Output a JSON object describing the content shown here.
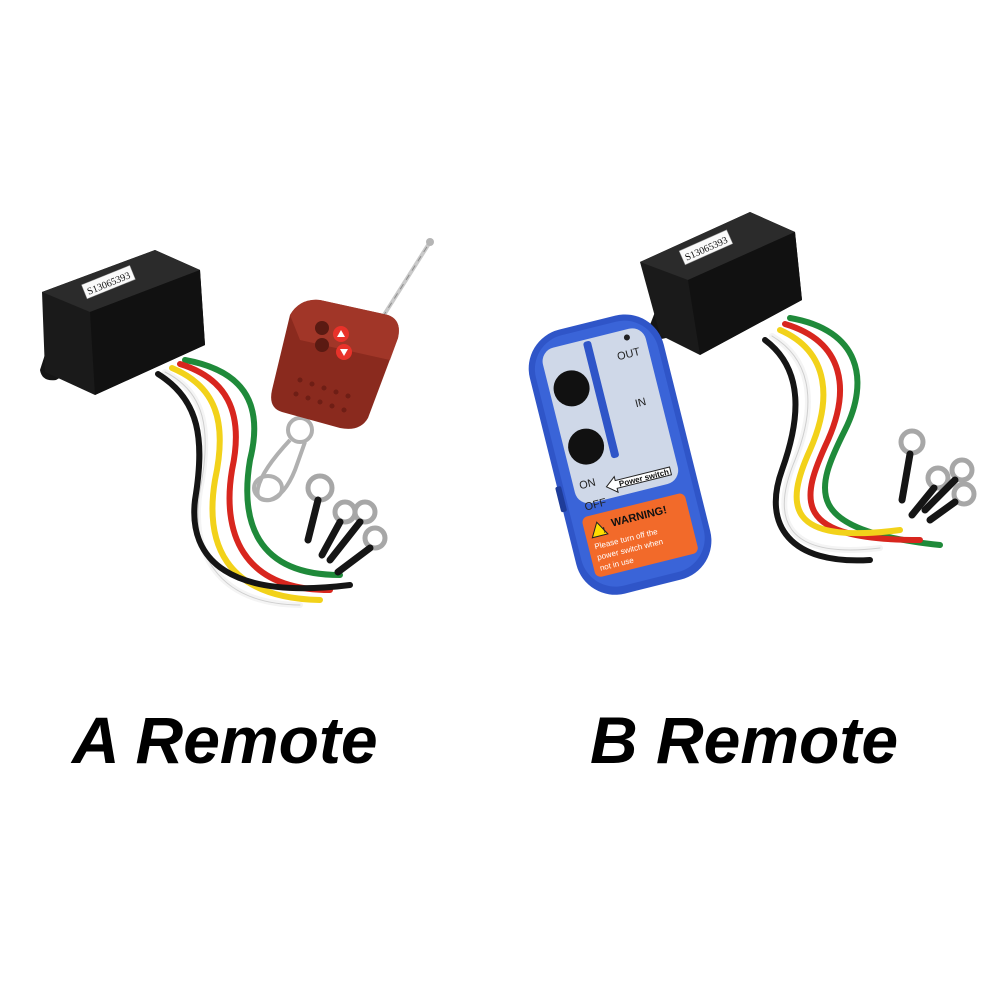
{
  "captions": {
    "a": "A Remote",
    "b": "B Remote"
  },
  "receiver_a": {
    "serial": "S13065393"
  },
  "receiver_b": {
    "serial": "S13065393"
  },
  "remote_b": {
    "out_label": "OUT",
    "in_label": "IN",
    "on_label": "ON",
    "off_label": "OFF",
    "power_switch_label": "Power switch",
    "warning_title": "WARNING!",
    "warning_line1": "Please turn off the",
    "warning_line2": "power switch when",
    "warning_line3": "not in use"
  },
  "colors": {
    "background": "#ffffff",
    "receiver_body": "#1a1a1a",
    "fob_body": "#8a2a1e",
    "remote_b_body": "#2f55c8",
    "remote_b_panel": "#cfd8e8",
    "warning_panel": "#f26a2a",
    "wire_green": "#1f8a3a",
    "wire_red": "#d8261e",
    "wire_yellow": "#f2d21a",
    "wire_white": "#f4f4f4",
    "wire_black": "#151515"
  }
}
